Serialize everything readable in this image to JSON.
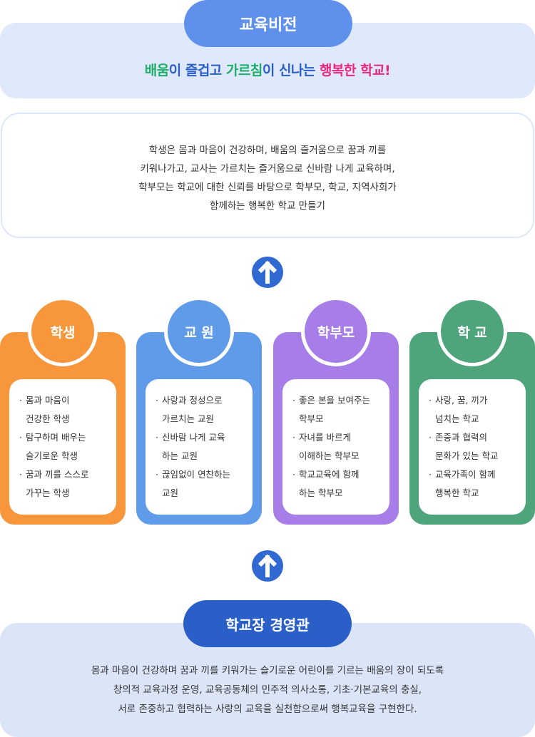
{
  "vision": {
    "title": "교육비전",
    "slogan": [
      {
        "text": "배움",
        "color": "#1fae6a"
      },
      {
        "text": "이 즐겁고 ",
        "color": "#2a5fc8"
      },
      {
        "text": "가르침",
        "color": "#1fae6a"
      },
      {
        "text": "이 신나는 ",
        "color": "#2a5fc8"
      },
      {
        "text": "행복한 학교!",
        "color": "#e8287a"
      }
    ],
    "description": [
      "학생은 몸과 마음이 건강하며, 배움의 즐거움으로 꿈과 끼를",
      "키워나가고, 교사는 가르치는 즐거움으로 신바람 나게 교육하며,",
      "학부모는 학교에 대한 신뢰를 바탕으로 학부모, 학교, 지역사회가",
      "함께하는 행복한 학교 만들기"
    ]
  },
  "cards": [
    {
      "title": "학생",
      "color": "#f7963a",
      "items": [
        [
          "몸과  마음이",
          "건강한 학생"
        ],
        [
          "탐구하며 배우는",
          "슬기로운 학생"
        ],
        [
          "꿈과 끼를 스스로",
          "가꾸는 학생"
        ]
      ]
    },
    {
      "title": "교 원",
      "color": "#5f9be9",
      "items": [
        [
          "사랑과 정성으로",
          "가르치는 교원"
        ],
        [
          "신바람 나게 교육",
          "하는 교원"
        ],
        [
          "끊임없이 연찬하는",
          "교원"
        ]
      ]
    },
    {
      "title": "학부모",
      "color": "#a77de8",
      "items": [
        [
          "좋은 본을 보여주는",
          "학부모"
        ],
        [
          "자녀를 바르게",
          "이해하는 학부모"
        ],
        [
          "학교교육에 함께",
          "하는 학부모"
        ]
      ]
    },
    {
      "title": "학 교",
      "color": "#4fa57b",
      "items": [
        [
          "사랑, 꿈, 끼가",
          "넘치는 학교"
        ],
        [
          "존중과 협력의",
          "문화가 있는 학교"
        ],
        [
          "교육가족이 함께",
          "행복한 학교"
        ]
      ]
    }
  ],
  "principal": {
    "title": "학교장 경영관",
    "lines": [
      "몸과 마음이 건강하며 꿈과 끼를 키워가는 슬기로운 어린이를 기르는 배움의 장이 되도록",
      "창의적 교육과정 운영, 교육공동체의 민주적 의사소통, 기초·기본교육의 충실,",
      "서로 존중하고 협력하는 사랑의 교육을 실천함으로써 행복교육을 구현한다."
    ]
  },
  "icons": {
    "arrow": "arrow-up-icon"
  }
}
